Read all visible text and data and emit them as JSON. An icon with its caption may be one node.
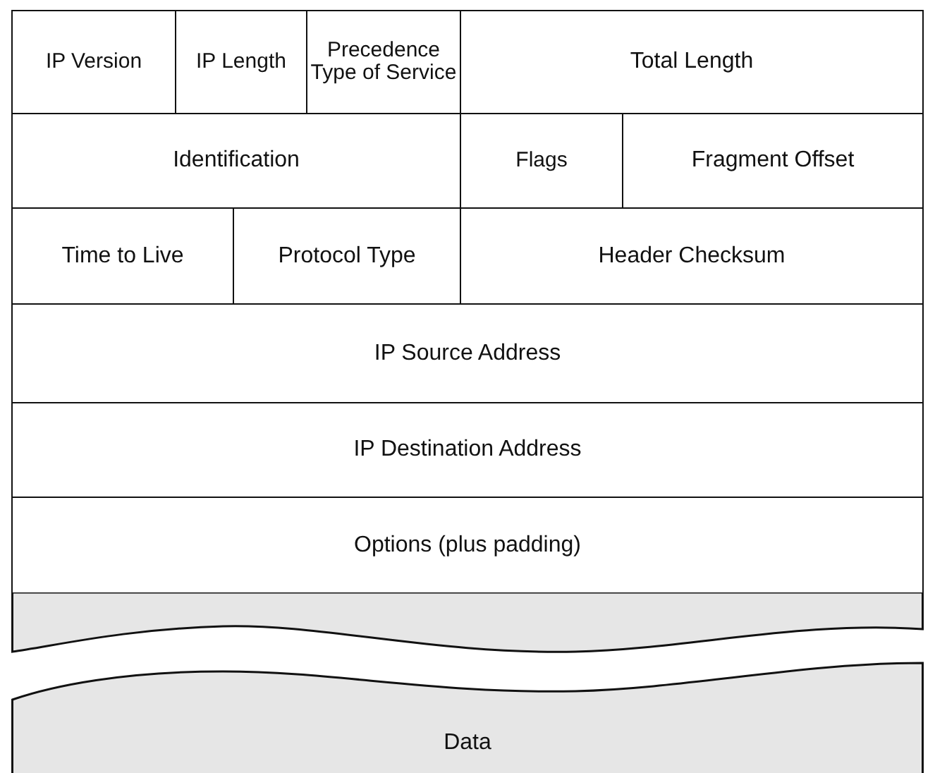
{
  "diagram": {
    "nodes": [
      {
        "text": [
          "IP Version"
        ]
      },
      {
        "text": [
          "IP Length"
        ]
      },
      {
        "text": [
          "Precedence Type of Service"
        ]
      },
      {
        "text": [
          "Total Length"
        ]
      },
      {
        "text": [
          "Identification"
        ]
      },
      {
        "text": [
          "Flags"
        ]
      },
      {
        "text": [
          "Fragment Offset"
        ]
      },
      {
        "text": [
          "Time to Live"
        ]
      },
      {
        "text": [
          "Protocol Type"
        ]
      },
      {
        "text": [
          "Header Checksum"
        ]
      },
      {
        "text": [
          "IP Source Address"
        ]
      },
      {
        "text": [
          "IP Destination Address"
        ]
      },
      {
        "text": [
          "Options (plus padding)"
        ]
      },
      {
        "text": [
          "Data"
        ]
      }
    ]
  }
}
